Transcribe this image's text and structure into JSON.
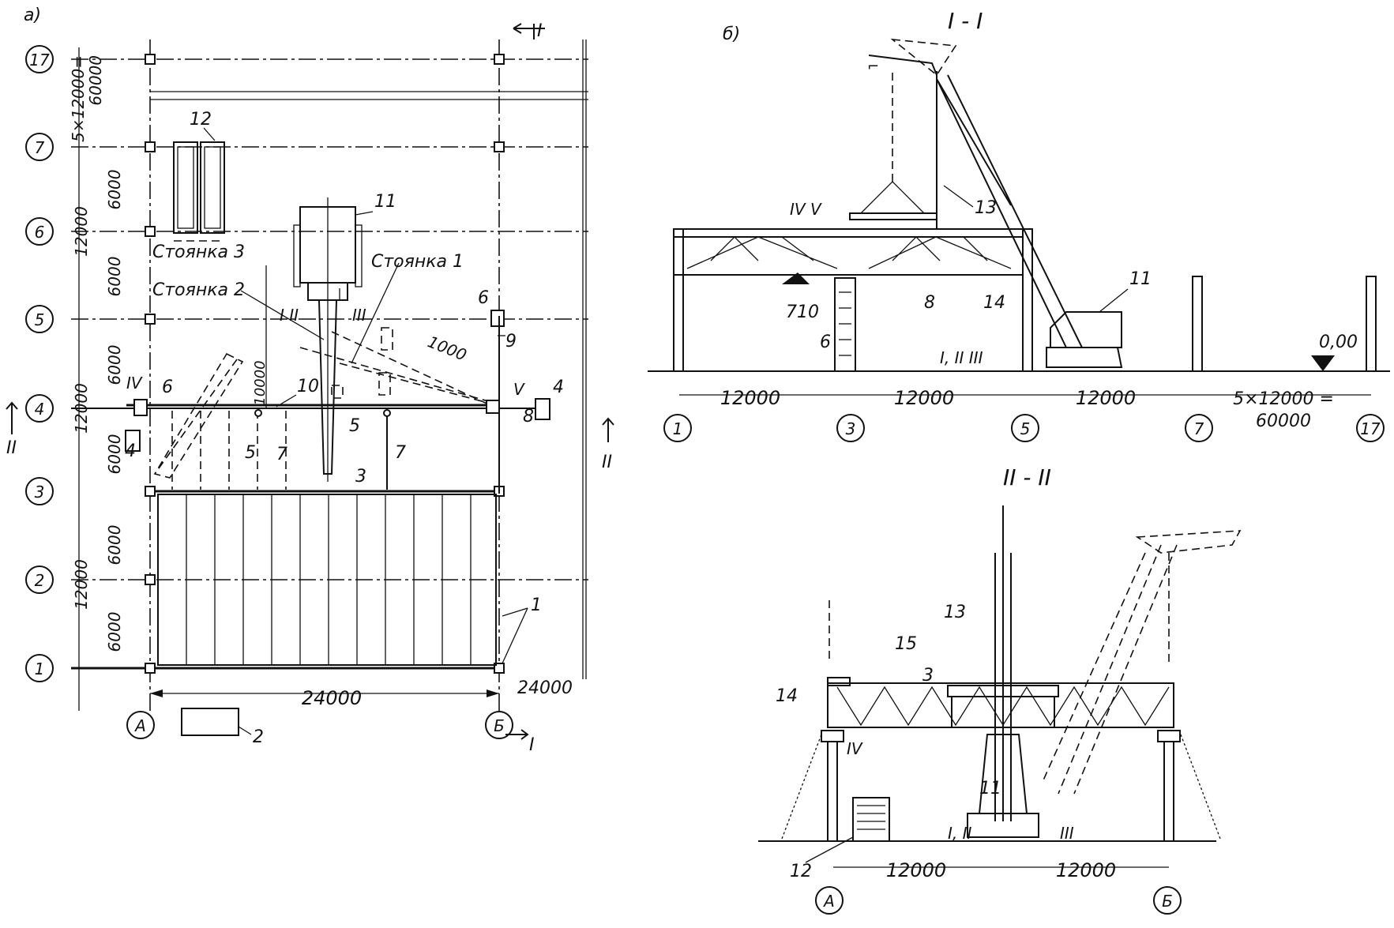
{
  "labels": {
    "view_a": "а)",
    "view_b": "б)",
    "section_1": "I - I",
    "section_2": "II - II",
    "section_mark_1": "I",
    "section_mark_2": "II"
  },
  "plan": {
    "row_axes": [
      "17",
      "7",
      "6",
      "5",
      "4",
      "3",
      "2",
      "1"
    ],
    "col_axes": [
      "А",
      "Б"
    ],
    "dim_side": [
      "5×12000=",
      "60000",
      "6000",
      "12000",
      "6000",
      "6000",
      "12000",
      "6000",
      "6000",
      "12000",
      "6000"
    ],
    "dim_bottom": "24000",
    "dim_right": "24000",
    "dim_10000": "10000",
    "dim_1000": "1000",
    "stands": [
      "Стоянка 3",
      "Стоянка 2",
      "Стоянка 1"
    ],
    "roman": [
      "I",
      "II",
      "III",
      "IV",
      "V"
    ],
    "callouts": [
      "12",
      "11",
      "6",
      "6",
      "9",
      "10",
      "4",
      "4",
      "5",
      "7",
      "5",
      "7",
      "8",
      "3",
      "1",
      "2"
    ]
  },
  "section_1_1": {
    "dims": [
      "12000",
      "12000",
      "12000",
      "5×12000 =",
      "60000"
    ],
    "axes": [
      "1",
      "3",
      "5",
      "7",
      "17"
    ],
    "level": "0,00",
    "mark_710": "710",
    "roman": [
      "IV",
      "V",
      "I, II",
      "III"
    ],
    "callouts": [
      "13",
      "11",
      "8",
      "14",
      "6"
    ]
  },
  "section_2_2": {
    "dims": [
      "12000",
      "12000"
    ],
    "axes": [
      "А",
      "Б"
    ],
    "roman": [
      "IV",
      "I, II",
      "III"
    ],
    "callouts": [
      "13",
      "15",
      "3",
      "14",
      "11",
      "12"
    ]
  }
}
